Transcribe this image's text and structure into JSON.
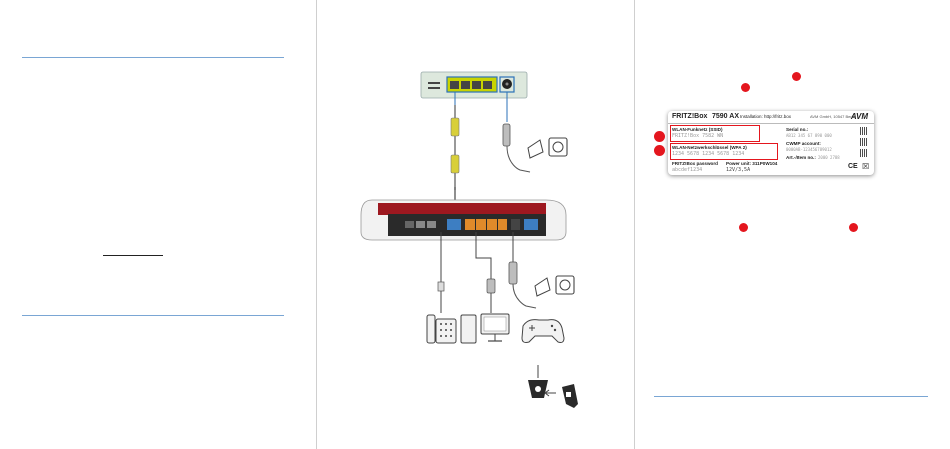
{
  "label": {
    "brand": "FRITZ!Box",
    "model": "7590 AX",
    "installation": "Installation: http://fritz.box",
    "manufacturer": "AVM GmbH, 10547 Berlin",
    "logo": "AVM",
    "ssid_title": "WLAN-Funknetz (SSID)",
    "ssid_value": "FRITZ!Box 7582 WN",
    "key_title": "WLAN-Netzwerkschlüssel (WPA 2)",
    "key_value": "1234 5678 1234 5678 1234",
    "password_title": "FRITZ!Box password",
    "password_value": "abcdef1234",
    "power": "Power unit: 311P0W104",
    "power_spec": "12V/3,5A",
    "serial_title": "Serial no.:",
    "serial_value": "AB12 345 67 890 000",
    "cwmp_title": "CWMP account:",
    "cwmp_value": "0000AB-123456789012",
    "article_title": "Art.-/Item no.:",
    "article_value": "2000 2788",
    "ce_mark": "CE"
  },
  "callouts": [
    "1",
    "2"
  ]
}
